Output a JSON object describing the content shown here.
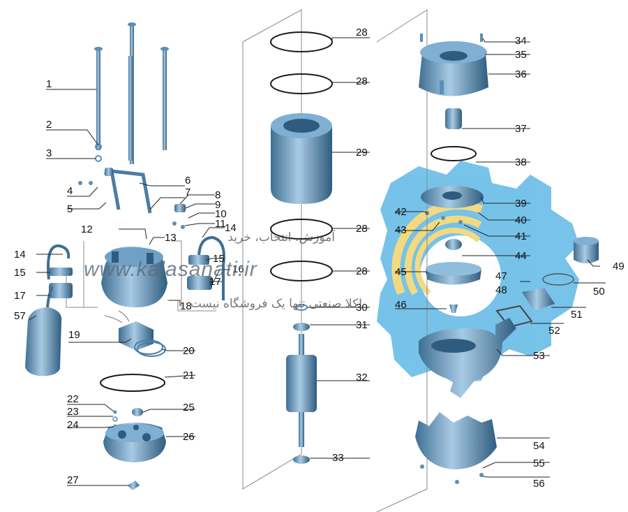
{
  "labels": [
    {
      "num": "1"
    },
    {
      "num": "2"
    },
    {
      "num": "3"
    },
    {
      "num": "4"
    },
    {
      "num": "5"
    },
    {
      "num": "6"
    },
    {
      "num": "7"
    },
    {
      "num": "8"
    },
    {
      "num": "9"
    },
    {
      "num": "10"
    },
    {
      "num": "11"
    },
    {
      "num": "12"
    },
    {
      "num": "13"
    },
    {
      "num": "14"
    },
    {
      "num": "15"
    },
    {
      "num": "16"
    },
    {
      "num": "17"
    },
    {
      "num": "18"
    },
    {
      "num": "19"
    },
    {
      "num": "20"
    },
    {
      "num": "21"
    },
    {
      "num": "22"
    },
    {
      "num": "23"
    },
    {
      "num": "24"
    },
    {
      "num": "25"
    },
    {
      "num": "26"
    },
    {
      "num": "27"
    },
    {
      "num": "28"
    },
    {
      "num": "28"
    },
    {
      "num": "29"
    },
    {
      "num": "28"
    },
    {
      "num": "28"
    },
    {
      "num": "30"
    },
    {
      "num": "31"
    },
    {
      "num": "32"
    },
    {
      "num": "33"
    },
    {
      "num": "34"
    },
    {
      "num": "35"
    },
    {
      "num": "36"
    },
    {
      "num": "37"
    },
    {
      "num": "38"
    },
    {
      "num": "39"
    },
    {
      "num": "40"
    },
    {
      "num": "41"
    },
    {
      "num": "42"
    },
    {
      "num": "43"
    },
    {
      "num": "44"
    },
    {
      "num": "45"
    },
    {
      "num": "46"
    },
    {
      "num": "47"
    },
    {
      "num": "48"
    },
    {
      "num": "49"
    },
    {
      "num": "50"
    },
    {
      "num": "51"
    },
    {
      "num": "52"
    },
    {
      "num": "53"
    },
    {
      "num": "54"
    },
    {
      "num": "55"
    },
    {
      "num": "56"
    },
    {
      "num": "57"
    },
    {
      "num": "14"
    },
    {
      "num": "15"
    },
    {
      "num": "17"
    }
  ],
  "watermark": {
    "line1": "آموزش، انتخاب، خرید",
    "site": "www.kalasanati.ir",
    "line2": "کلا صنعتی تنها یک فروشگاه نیست!",
    "colors": {
      "gear": "#5fb8e6",
      "arc": "#f2d36b"
    }
  },
  "part_color": "#5b8fb5"
}
